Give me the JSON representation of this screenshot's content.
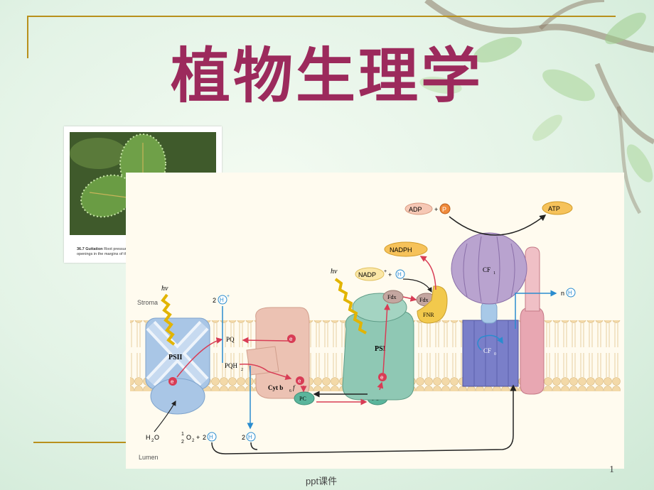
{
  "slide": {
    "title": "植物生理学",
    "footer": "ppt课件",
    "page_number": "1"
  },
  "photo": {
    "caption_number": "36.7 Guttation",
    "caption_text": "Root pressure is responsible for forcing water through openings in the margins of this strawberry leaf."
  },
  "diagram": {
    "stroma": "Stroma",
    "lumen": "Lumen",
    "hv": "hν",
    "psii": "PSII",
    "psi": "PSI",
    "cyt": "Cyt b",
    "cyt_sub": "6",
    "cyt_suffix": "f",
    "pq": "PQ",
    "pqh": "PQH",
    "pqh_sub": "2",
    "pc": "PC",
    "pc_minus": "PC",
    "fdx": "Fdx",
    "fdx_minus": "Fdx",
    "fnr": "FNR",
    "cf1": "CF",
    "cf1_sub": "1",
    "cf0": "CF",
    "cf0_sub": "0",
    "nadph": "NADPH",
    "nadp": "NADP",
    "adp": "ADP",
    "pi": "P",
    "atp": "ATP",
    "h": "H",
    "two": "2",
    "n": "n",
    "e": "e",
    "water": "H",
    "o2": "O",
    "half_num": "1",
    "half_den": "2",
    "plus": "+"
  },
  "colors": {
    "title": "#9c2a5c",
    "gold_line": "#b8901c",
    "membrane": "#f1ddb5",
    "psii": "#a9c6e6",
    "cyt": "#ecc2b3",
    "psi": "#8fc8b4",
    "cf1": "#b9a3cf",
    "cf0": "#7a7fc9",
    "electron_path": "#d83c55",
    "proton_path": "#2a8ccf"
  }
}
